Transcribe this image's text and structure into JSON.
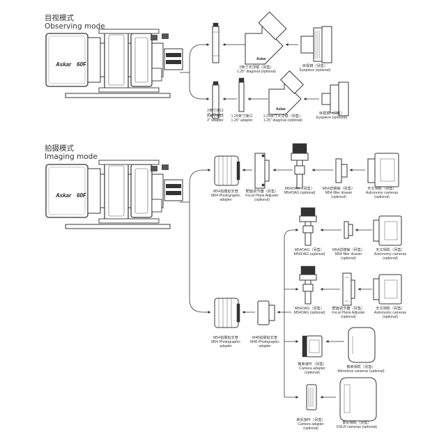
{
  "sections": {
    "observing": {
      "zh": "目视模式",
      "en": "Observing mode"
    },
    "imaging": {
      "zh": "拍摄模式",
      "en": "Imaging mode"
    }
  },
  "telescope": {
    "brand": "Askar",
    "model": "60F"
  },
  "labels": {
    "o_adapter_2": [
      "2英寸接口",
      "2\" adapter"
    ],
    "o_diag_2": [
      "2英寸天顶镜（另售）",
      "1.25\" diagonal (optional)"
    ],
    "o_eyepiece_top": [
      "目视镜（另售）",
      "Eyepiece (optional)"
    ],
    "o_adapter_2b": [
      "2英寸接口",
      "2\" adapter"
    ],
    "o_adapter_125": [
      "1.25英寸接口",
      "1.25\" adapter"
    ],
    "o_diag_125": [
      "1.25英寸天顶镜（另售）",
      "1.25\" diagonal (optional)"
    ],
    "o_eyepiece_bottom": [
      "目视镜（另售）",
      "Eyepiece (optional)"
    ],
    "i1_m54": [
      "M54拍摄延长管",
      "M54 Photographic",
      "adapter"
    ],
    "i1_focal": [
      "靶面调节器（另售）",
      "Focal Plane Adjuster",
      "(optional)"
    ],
    "i1_oag": [
      "M54OAG（另售）",
      "M54OAG (optional)"
    ],
    "i1_filter": [
      "M54滤镜抽（另售）",
      "M54 filter drawer",
      "(optional)"
    ],
    "i1_cam": [
      "天文相机（另售）",
      "Astronomy cameras",
      "(optional)"
    ],
    "i2_oag": [
      "M54OAG（另售）",
      "M54OAG (optional)"
    ],
    "i2_filter": [
      "M54滤镜抽（另售）",
      "M54 filter drawer",
      "(optional)"
    ],
    "i2_cam": [
      "天文相机（另售）",
      "Astronomy cameras",
      "(optional)"
    ],
    "i3_oag": [
      "M54OAG（另售）",
      "M54OAG (optional)"
    ],
    "i3_focal": [
      "靶面调节器（另售）",
      "Focal Plane Adjuster",
      "(optional)"
    ],
    "i3_cam": [
      "天文相机（另售）",
      "Astronomy cameras",
      "(optional)"
    ],
    "i4_m54": [
      "M54拍摄延长管",
      "M54 Photographic",
      "adapter"
    ],
    "i4_m48": [
      "M48拍摄延长管",
      "M48 Photographic",
      "adapter"
    ],
    "i5_cam_adapter": [
      "微单接环（另售）",
      "Camera adapter",
      "(optional)"
    ],
    "i5_mirrorless": [
      "微单相机（另售）",
      "Mirrorless cameras (optional)"
    ],
    "i6_cam_adapter": [
      "单反接环（另售）",
      "Camera adapter",
      "(optional)"
    ],
    "i6_dslr": [
      "单反相机（另售）",
      "DSLR cameras (optional)"
    ]
  }
}
